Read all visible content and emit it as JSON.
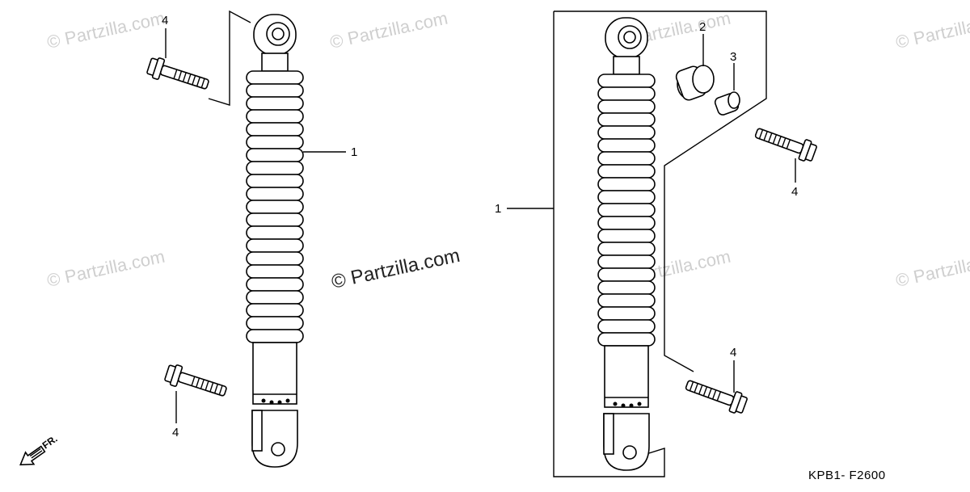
{
  "diagram": {
    "code": "KPB1- F2600",
    "direction_label": "FR.",
    "watermark": "© Partzilla.com",
    "callouts": {
      "left_bolt_top": "4",
      "left_shock": "1",
      "left_bolt_bottom": "4",
      "right_bushing": "2",
      "right_collar": "3",
      "right_bolt_top": "4",
      "right_shock": "1",
      "right_bolt_bottom": "4"
    },
    "icons": [
      "shock-absorber-icon",
      "bolt-icon",
      "bushing-icon",
      "collar-icon",
      "front-arrow-icon"
    ]
  }
}
